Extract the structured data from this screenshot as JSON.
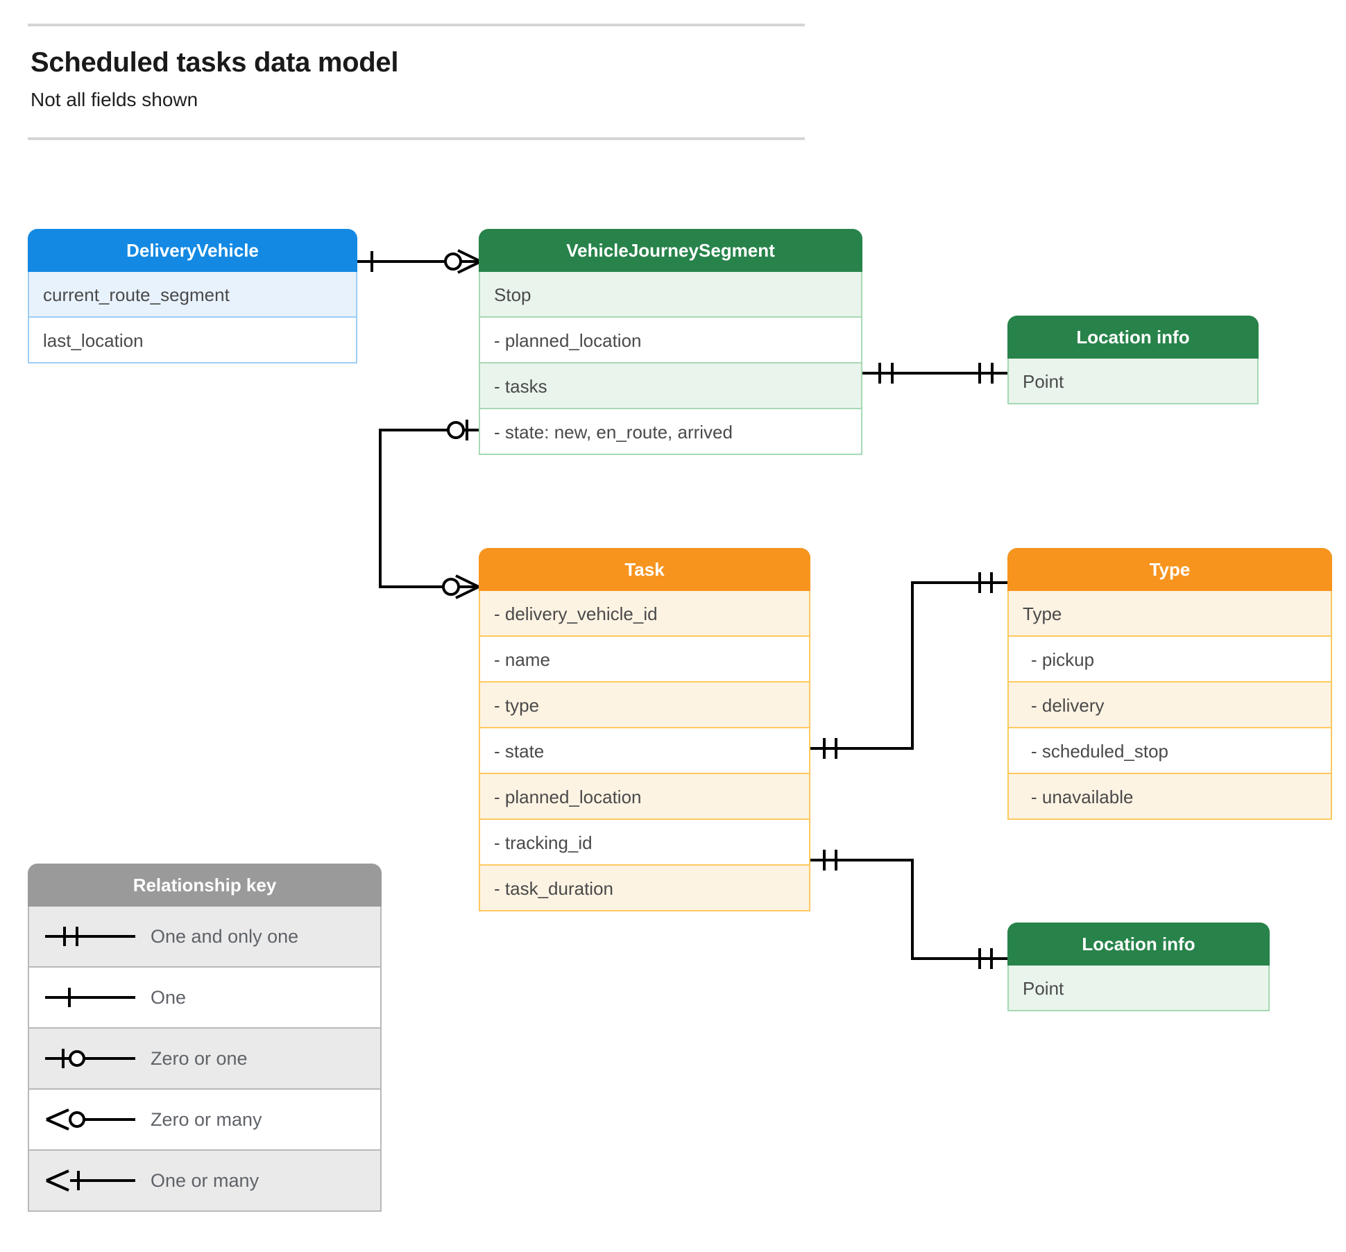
{
  "header": {
    "title": "Scheduled tasks data model",
    "subtitle": "Not all fields shown"
  },
  "entities": {
    "delivery_vehicle": {
      "title": "DeliveryVehicle",
      "color": "#1389e3",
      "rows": [
        "current_route_segment",
        "last_location"
      ]
    },
    "vehicle_journey_segment": {
      "title": "VehicleJourneySegment",
      "color": "#27834a",
      "rows": [
        "Stop",
        "-  planned_location",
        "- tasks",
        "- state: new, en_route, arrived"
      ]
    },
    "location_info_top": {
      "title": "Location info",
      "color": "#27834a",
      "rows": [
        "Point"
      ]
    },
    "task": {
      "title": "Task",
      "color": "#f7941e",
      "rows": [
        "- delivery_vehicle_id",
        "- name",
        "- type",
        "- state",
        "- planned_location",
        "- tracking_id",
        "- task_duration"
      ]
    },
    "type": {
      "title": "Type",
      "color": "#f7941e",
      "rows": [
        "Type",
        "-  pickup",
        "-  delivery",
        "-  scheduled_stop",
        "-  unavailable"
      ]
    },
    "location_info_bottom": {
      "title": "Location info",
      "color": "#27834a",
      "rows": [
        "Point"
      ]
    }
  },
  "legend": {
    "title": "Relationship key",
    "color": "#9a9a9a",
    "items": [
      {
        "label": "One and only one",
        "symbol": "one-and-only-one-symbol"
      },
      {
        "label": "One",
        "symbol": "one-symbol"
      },
      {
        "label": "Zero or one",
        "symbol": "zero-or-one-symbol"
      },
      {
        "label": "Zero or many",
        "symbol": "zero-or-many-symbol"
      },
      {
        "label": "One or many",
        "symbol": "one-or-many-symbol"
      }
    ]
  },
  "relationships": [
    {
      "from": "DeliveryVehicle",
      "to": "VehicleJourneySegment",
      "from_cardinality": "One",
      "to_cardinality": "Zero or many"
    },
    {
      "from": "VehicleJourneySegment.planned_location",
      "to": "Location info",
      "from_cardinality": "One and only one",
      "to_cardinality": "One and only one"
    },
    {
      "from": "VehicleJourneySegment.tasks",
      "to": "Task",
      "from_cardinality": "Zero or one",
      "to_cardinality": "Zero or many"
    },
    {
      "from": "Task.type",
      "to": "Type",
      "from_cardinality": "One and only one",
      "to_cardinality": "One and only one"
    },
    {
      "from": "Task.planned_location",
      "to": "Location info",
      "from_cardinality": "One and only one",
      "to_cardinality": "One and only one"
    }
  ]
}
